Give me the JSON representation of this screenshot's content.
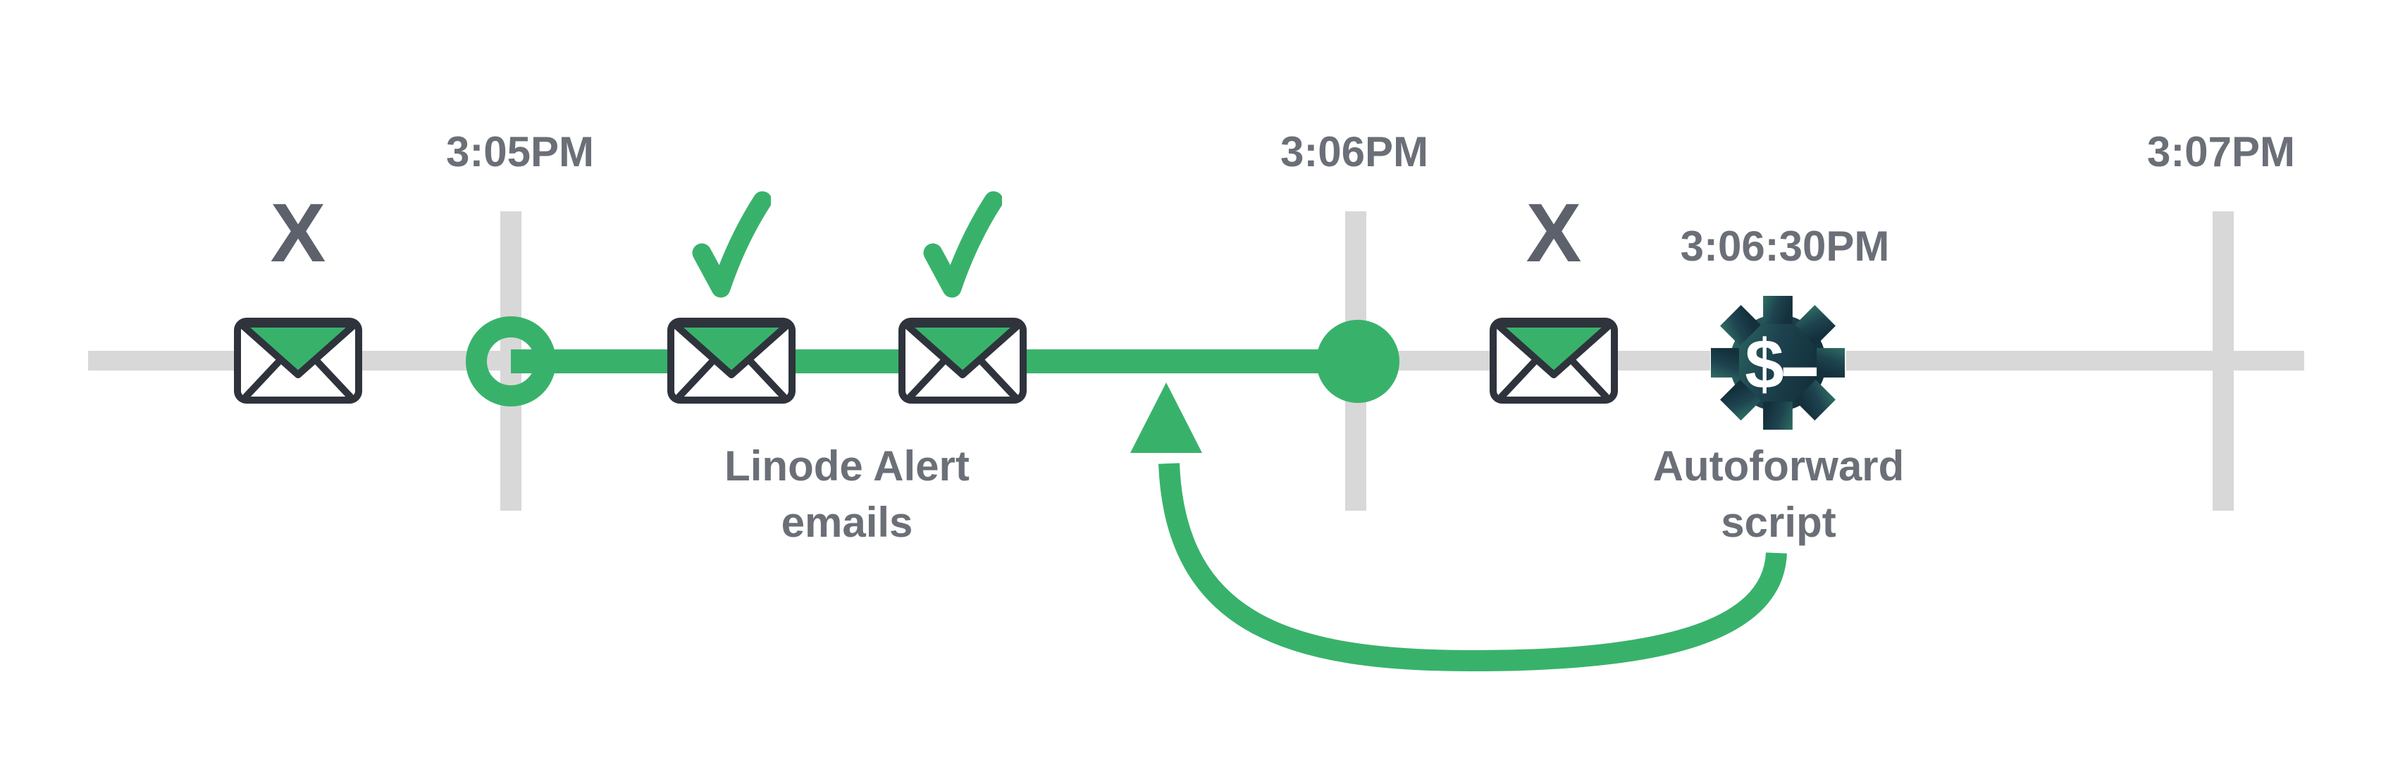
{
  "colors": {
    "accent_green": "#38b26b",
    "track_gray": "#d8d8d8",
    "label_gray": "#6b6f77",
    "x_mark_gray": "#5d616b",
    "envelope_outline": "#2e333c",
    "gear_teal_light": "#2e6e62",
    "gear_teal_dark": "#13303b"
  },
  "timeline": {
    "ticks": [
      {
        "label": "3:05PM"
      },
      {
        "label": "3:06PM"
      },
      {
        "label": "3:07PM"
      }
    ],
    "sub_event_label": "3:06:30PM"
  },
  "markers": {
    "fail_symbol": "X",
    "check_icon": "check-icon"
  },
  "captions": {
    "linode": {
      "line1": "Linode Alert",
      "line2": "emails"
    },
    "autoforward": {
      "line1": "Autoforward",
      "line2": "script"
    }
  },
  "gear": {
    "symbol": "$"
  },
  "events": [
    {
      "icon": "envelope-icon",
      "marker": "x"
    },
    {
      "icon": "envelope-icon",
      "marker": "check"
    },
    {
      "icon": "envelope-icon",
      "marker": "check"
    },
    {
      "icon": "envelope-icon",
      "marker": "x"
    },
    {
      "icon": "script-gear-icon",
      "marker": "none"
    }
  ]
}
